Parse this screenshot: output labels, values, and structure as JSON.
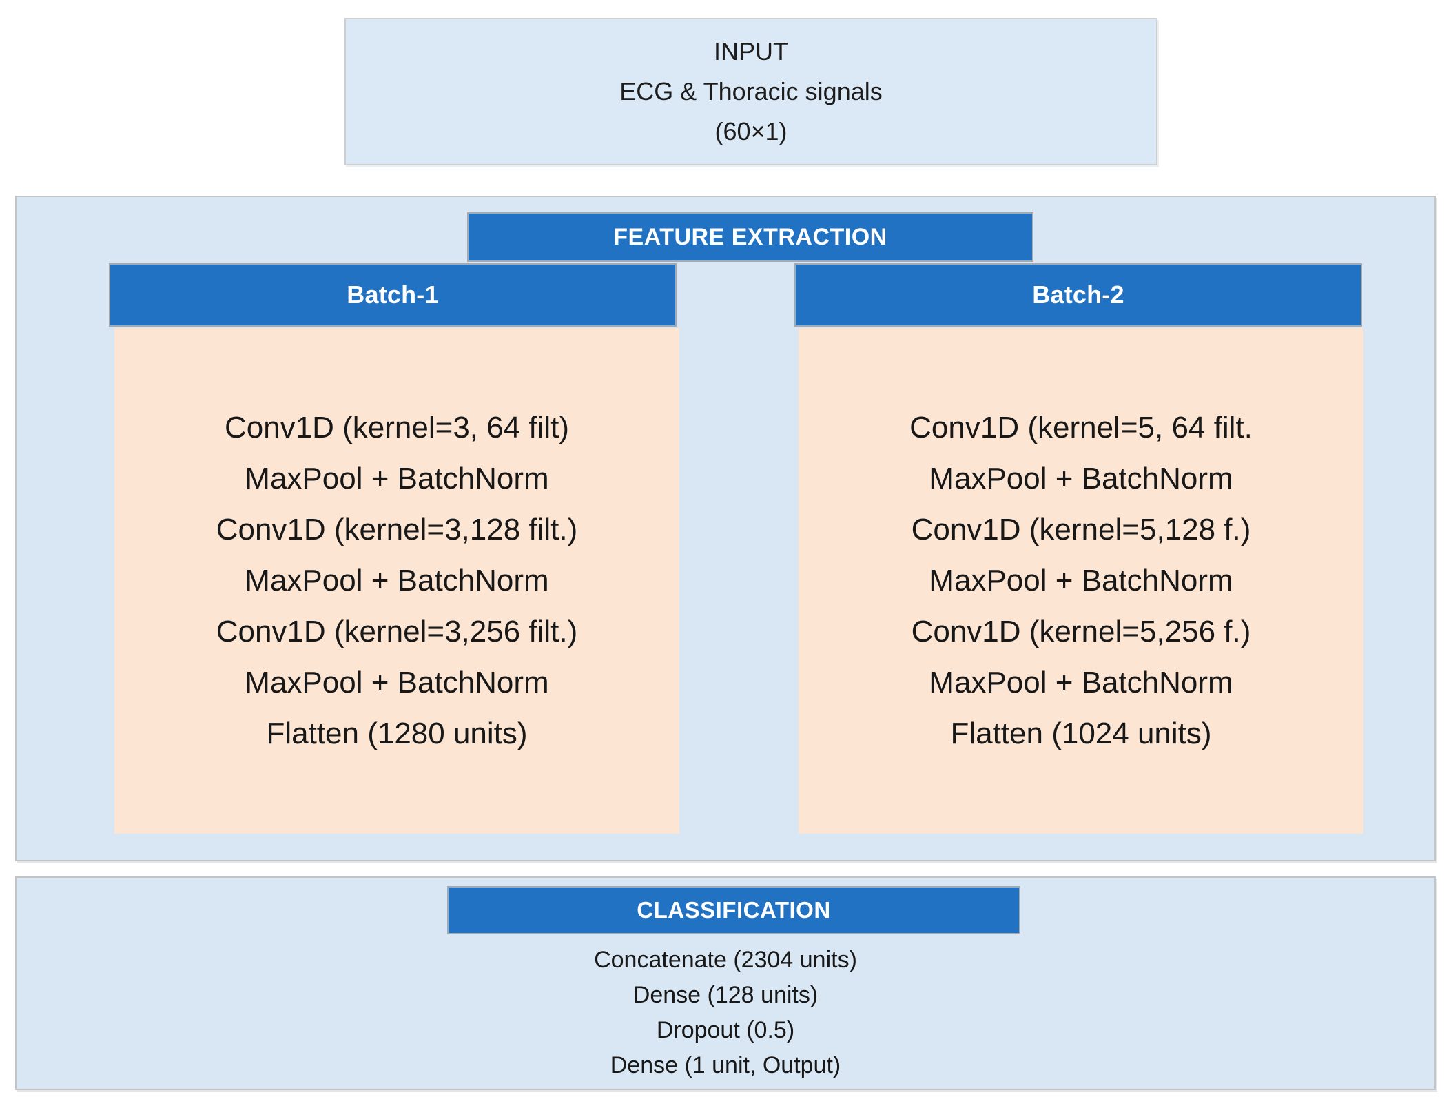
{
  "diagram": {
    "input": {
      "title": "INPUT",
      "subtitle": "ECG & Thoracic signals",
      "shape": "(60×1)"
    },
    "feature_extraction": {
      "header": "FEATURE EXTRACTION",
      "batches": [
        {
          "header": "Batch-1",
          "layers": [
            "Conv1D (kernel=3, 64 filt)",
            "MaxPool + BatchNorm",
            "Conv1D (kernel=3,128 filt.)",
            "MaxPool + BatchNorm",
            "Conv1D (kernel=3,256 filt.)",
            "MaxPool + BatchNorm",
            "Flatten (1280 units)"
          ]
        },
        {
          "header": "Batch-2",
          "layers": [
            "Conv1D (kernel=5, 64 filt.",
            "MaxPool + BatchNorm",
            "Conv1D (kernel=5,128 f.)",
            "MaxPool + BatchNorm",
            "Conv1D (kernel=5,256 f.)",
            "MaxPool + BatchNorm",
            "Flatten (1024 units)"
          ]
        }
      ]
    },
    "classification": {
      "header": "CLASSIFICATION",
      "layers": [
        "Concatenate (2304 units)",
        "Dense (128 units)",
        "Dropout (0.5)",
        "Dense (1 unit, Output)"
      ]
    },
    "colors": {
      "header_blue": "#2272c4",
      "panel_light_blue": "#d9e7f5",
      "input_light_blue": "#dbe9f6",
      "batch_peach": "#fde5d3",
      "text_dark": "#1c1c1c",
      "header_text_white": "#ffffff"
    }
  }
}
